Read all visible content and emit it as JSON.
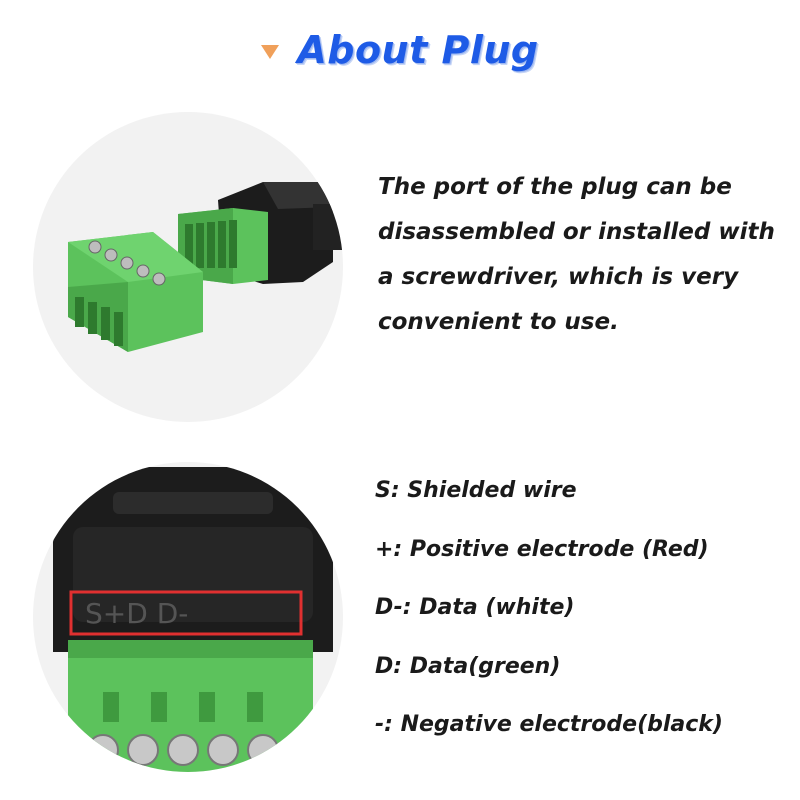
{
  "header": {
    "title": "About Plug"
  },
  "description": "The port of the plug can be disassembled or installed with a screwdriver, which is very convenient to use.",
  "legend": {
    "items": [
      "S: Shielded wire",
      "+: Positive electrode (Red)",
      "D-: Data (white)",
      "D: Data(green)",
      "-: Negative electrode(black)"
    ]
  },
  "connector_markings": "S+D D-",
  "colors": {
    "title": "#1e5be6",
    "accent_triangle": "#f0a05a",
    "terminal_green": "#5cc25c",
    "housing_black": "#1c1c1c",
    "highlight_box": "#e03030"
  },
  "images": [
    {
      "name": "connector-disassembled-photo",
      "description_icon": "plug-photo"
    },
    {
      "name": "connector-closeup-photo",
      "description_icon": "pin-label-photo"
    }
  ]
}
